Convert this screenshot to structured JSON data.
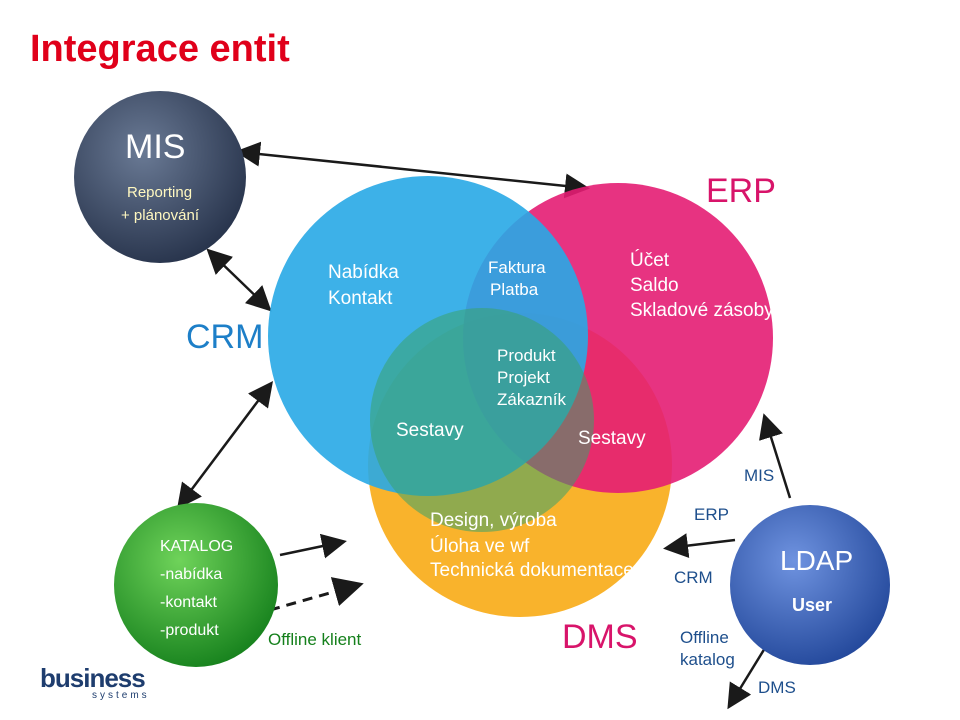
{
  "title": "Integrace entit",
  "mis": {
    "title": "MIS",
    "line1": "Reporting",
    "line2": "+ plánování"
  },
  "labels": {
    "crm": "CRM",
    "erp": "ERP",
    "dms": "DMS"
  },
  "crm_circle": {
    "line1": "Nabídka",
    "line2": "Kontakt"
  },
  "overlap_crm_erp": {
    "line1": "Faktura",
    "line2": "Platba"
  },
  "center": {
    "line1": "Produkt",
    "line2": "Projekt",
    "line3": "Zákazník"
  },
  "erp_circle": {
    "line1": "Účet",
    "line2": "Saldo",
    "line3": "Skladové zásoby"
  },
  "sestavy_left": "Sestavy",
  "sestavy_right": "Sestavy",
  "dms_circle": {
    "line1": "Design, výroba",
    "line2": "Úloha ve wf",
    "line3": "Technická dokumentace"
  },
  "katalog": {
    "line1": "KATALOG",
    "line2": "-nabídka",
    "line3": "-kontakt",
    "line4": "-produkt"
  },
  "offline_klient": "Offline klient",
  "ldap": {
    "title": "LDAP",
    "sub": "User"
  },
  "ldap_links": {
    "mis": "MIS",
    "erp": "ERP",
    "crm": "CRM",
    "offline1": "Offline",
    "offline2": "katalog",
    "dms": "DMS"
  },
  "logo": {
    "name": "business",
    "sub": "systems"
  },
  "colors": {
    "title": "#e0001a",
    "crm": "#1d9fe0",
    "erp": "#e0166e",
    "dms": "#f7a600",
    "center": "#23a58a",
    "mis": "#3b4a63",
    "katalog": "#2aa02a",
    "ldap": "#2f5aa8"
  }
}
